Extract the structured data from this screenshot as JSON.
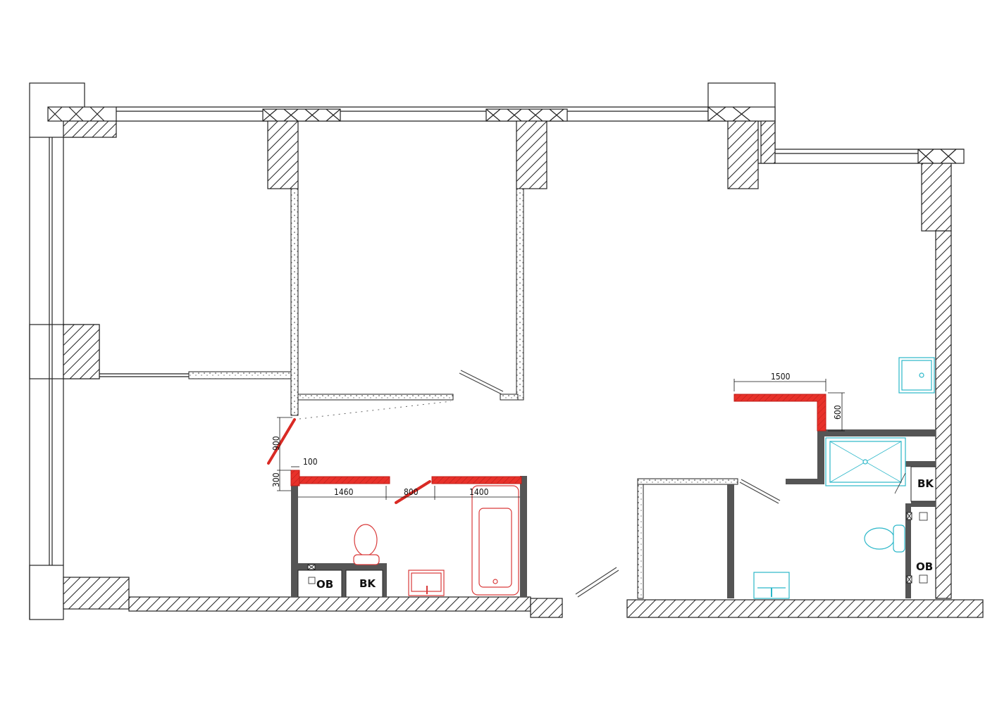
{
  "title": "Apartment floor plan with partition changes",
  "colors": {
    "new_wall": "#e8312a",
    "fixture_existing": "#2bb7c9",
    "fixture_new": "#d93a3a",
    "partition": "#555555"
  },
  "dimensions": {
    "door_900": "900",
    "offset_100": "100",
    "offset_300": "300",
    "wall_1460": "1460",
    "door_800": "800",
    "wall_1400": "1400",
    "wall_1500": "1500",
    "wall_600": "600"
  },
  "labels": {
    "ob_left": "OB",
    "bk_left": "BK",
    "bk_right": "BK",
    "ob_right": "OB"
  }
}
